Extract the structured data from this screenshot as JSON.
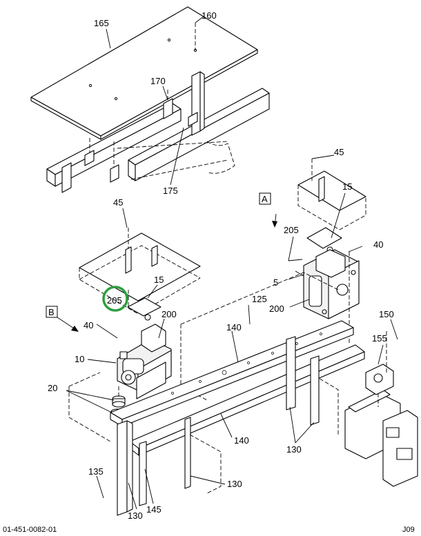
{
  "callouts": {
    "c165": "165",
    "c160": "160",
    "c170": "170",
    "c175": "175",
    "c45a": "45",
    "c45b": "45",
    "c15a": "15",
    "c15b": "15",
    "c205a": "205",
    "c205b": "205",
    "c40a": "40",
    "c40b": "40",
    "c5": "5",
    "c200a": "200",
    "c200b": "200",
    "c125": "125",
    "c140a": "140",
    "c140b": "140",
    "c150": "150",
    "c155": "155",
    "c10": "10",
    "c20": "20",
    "c130a": "130",
    "c130b": "130",
    "c130c": "130",
    "c135": "135",
    "c145": "145"
  },
  "view_labels": {
    "a": "A",
    "b": "B"
  },
  "highlight": {
    "color": "#2e9e3e"
  },
  "footer": {
    "left": "01-451-0082-01",
    "right": "J09"
  }
}
